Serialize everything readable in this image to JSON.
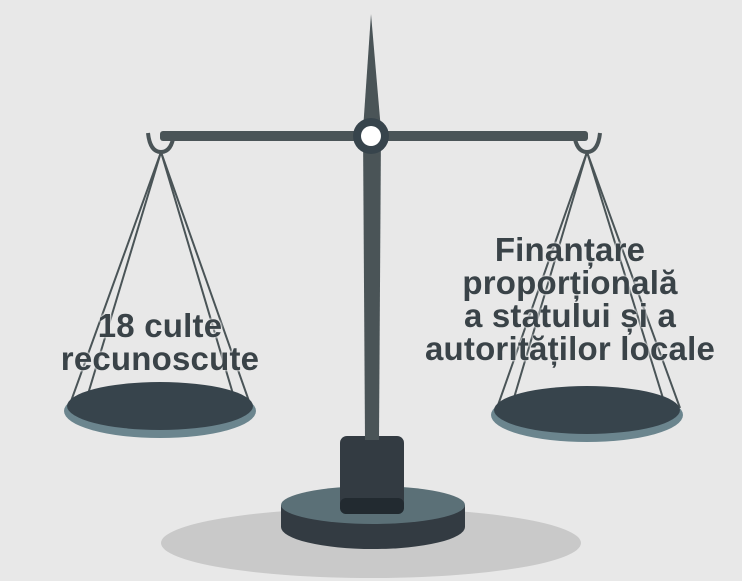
{
  "left_pan": {
    "lines": [
      "18 culte",
      "recunoscute"
    ]
  },
  "right_pan": {
    "lines": [
      "Finanțare",
      "proporțională",
      "a statului și a",
      "autorităților locale"
    ]
  },
  "colors": {
    "background": "#e8e8e8",
    "metal_dark": "#4a5457",
    "pan_top": "#37444c",
    "pan_rim": "#6b858e",
    "base_dark": "#333b42",
    "base_mid": "#5b7077",
    "shadow": "#c9c9c9",
    "text": "#3a4348"
  },
  "icons": [
    "balance-scale-icon"
  ]
}
